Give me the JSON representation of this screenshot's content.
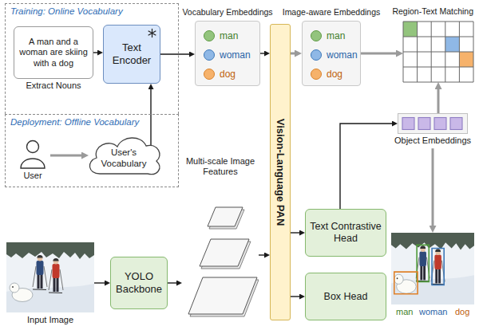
{
  "diagram": {
    "nodes": [
      {
        "text": [
          "Training: Online Vocabulary"
        ]
      },
      {
        "text": [
          "A man and a woman are skiing with a dog",
          "Extract Nouns"
        ],
        "in": 0
      },
      {
        "text": [
          "Text Encoder"
        ],
        "in": 0
      },
      {
        "text": [
          "Deployment: Offline Vocabulary"
        ]
      },
      {
        "text": [
          "User"
        ],
        "in": 3
      },
      {
        "text": [
          "User's Vocabulary"
        ],
        "in": 3
      },
      {
        "text": [
          "Vocabulary Embeddings"
        ]
      },
      {
        "text": [
          "man"
        ],
        "in": 6
      },
      {
        "text": [
          "woman"
        ],
        "in": 6
      },
      {
        "text": [
          "dog"
        ],
        "in": 6
      },
      {
        "text": [
          "Vision-Language PAN"
        ]
      },
      {
        "text": [
          "Image-aware Embeddings"
        ]
      },
      {
        "text": [
          "man"
        ],
        "in": 11
      },
      {
        "text": [
          "woman"
        ],
        "in": 11
      },
      {
        "text": [
          "dog"
        ],
        "in": 11
      },
      {
        "text": [
          "Region-Text Matching"
        ]
      },
      {
        "text": [
          "Multi-scale Image Features"
        ]
      },
      {
        "text": [
          "Input Image"
        ]
      },
      {
        "text": [
          "YOLO Backbone"
        ]
      },
      {
        "text": [
          "Text Contrastive Head"
        ]
      },
      {
        "text": [
          "Box Head"
        ]
      },
      {
        "text": [
          "Object Embeddings"
        ]
      },
      {
        "text": [
          "man",
          "woman",
          "dog"
        ]
      }
    ],
    "edges": [
      {
        "from": 1,
        "to": 2,
        "arrow": "to"
      },
      {
        "from": 4,
        "to": 5,
        "arrow": "to"
      },
      {
        "from": 5,
        "to": 2,
        "arrow": "to"
      },
      {
        "from": 2,
        "to": 6,
        "arrow": "to"
      },
      {
        "from": 6,
        "to": 10,
        "arrow": "to"
      },
      {
        "from": 10,
        "to": 11,
        "arrow": "to"
      },
      {
        "from": 11,
        "to": 15,
        "arrow": "to"
      },
      {
        "from": 17,
        "to": 18,
        "arrow": "to"
      },
      {
        "from": 18,
        "to": 16,
        "arrow": "to"
      },
      {
        "from": 16,
        "to": 10,
        "arrow": "to"
      },
      {
        "from": 10,
        "to": 19,
        "arrow": "to"
      },
      {
        "from": 10,
        "to": 20,
        "arrow": "to"
      },
      {
        "from": 19,
        "to": 21,
        "arrow": "to"
      },
      {
        "from": 21,
        "to": 15,
        "arrow": "to"
      },
      {
        "from": 21,
        "to": 22,
        "arrow": "to"
      }
    ]
  }
}
